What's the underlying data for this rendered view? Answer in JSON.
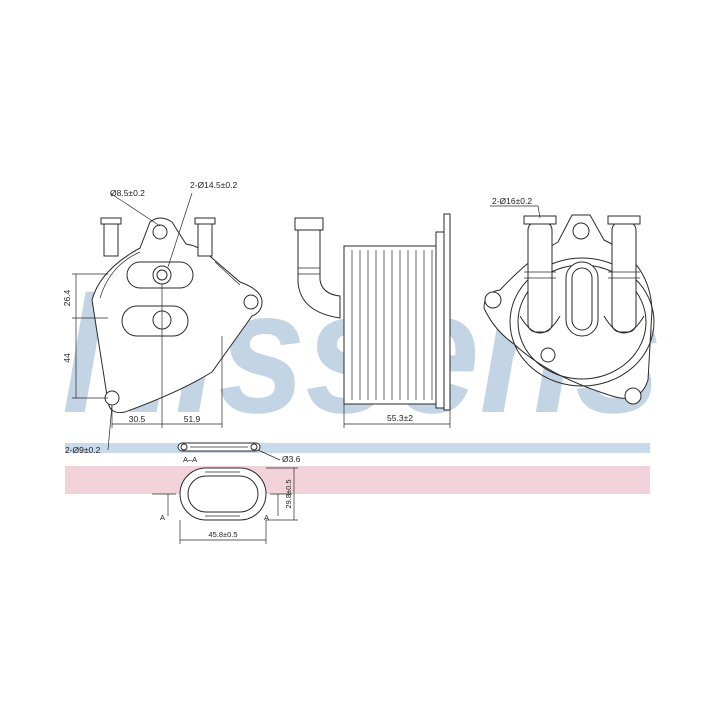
{
  "watermark": {
    "text": "Nissens",
    "color": "#b9cde0"
  },
  "bands": {
    "blue": "#c9dbea",
    "pink": "#f3d3db"
  },
  "front_view": {
    "hole_top_label": "Ø8.5±0.2",
    "port_label": "2-Ø14.5±0.2",
    "bolt_label": "2-Ø9±0.2",
    "dim_vertical_1": "26.4",
    "dim_vertical_2": "44",
    "dim_horizontal_1": "30.5",
    "dim_horizontal_2": "51.9"
  },
  "side_view": {
    "width_label": "55.3±2"
  },
  "rear_view": {
    "pipe_label": "2-Ø16±0.2"
  },
  "section_view": {
    "section_label": "A–A",
    "thickness_label": "Ø3.6",
    "height_label": "29.8±0.5",
    "width_label": "45.8±0.5",
    "marker_left": "A",
    "marker_right": "A"
  }
}
